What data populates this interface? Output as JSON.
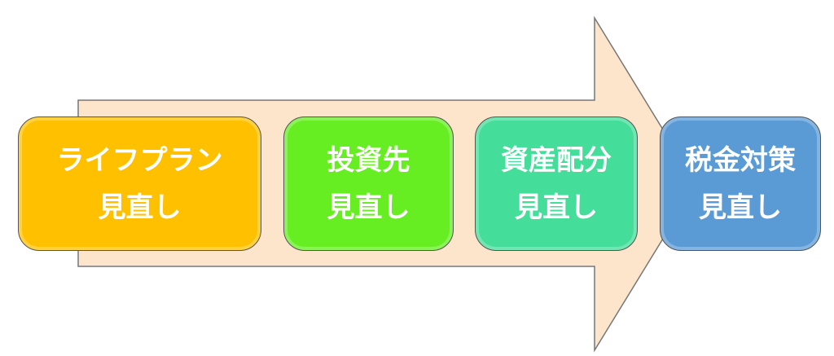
{
  "steps": [
    {
      "line1": "ライフプラン",
      "line2": "見直し",
      "color": "#FFC000"
    },
    {
      "line1": "投資先",
      "line2": "見直し",
      "color": "#66EE22"
    },
    {
      "line1": "資産配分",
      "line2": "見直し",
      "color": "#44DD99"
    },
    {
      "line1": "税金対策",
      "line2": "見直し",
      "color": "#5B9BD5"
    }
  ],
  "arrow_color": "#FDE5CB"
}
